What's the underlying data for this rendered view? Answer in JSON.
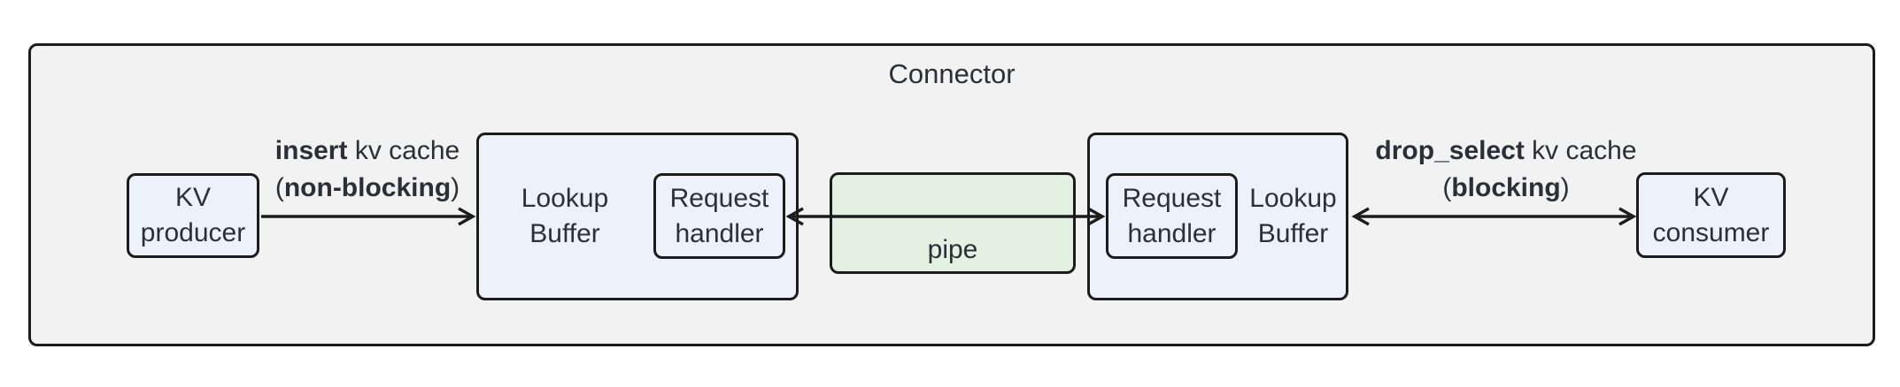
{
  "diagram": {
    "title": "Connector",
    "colors": {
      "container_fill": "#f2f2f2",
      "node_fill": "#ecf1fa",
      "pipe_fill": "#e3f1e3",
      "border": "#1c1c1c",
      "text": "#2b2f38",
      "background": "#ffffff"
    },
    "nodes": {
      "kv_producer": {
        "lines": [
          "KV",
          "producer"
        ]
      },
      "lookup_buffer_left": {
        "lines": [
          "Lookup",
          "Buffer"
        ]
      },
      "request_handler_left": {
        "lines": [
          "Request",
          "handler"
        ]
      },
      "pipe": {
        "label": "pipe"
      },
      "request_handler_right": {
        "lines": [
          "Request",
          "handler"
        ]
      },
      "lookup_buffer_right": {
        "lines": [
          "Lookup",
          "Buffer"
        ]
      },
      "kv_consumer": {
        "lines": [
          "KV",
          "consumer"
        ]
      }
    },
    "edges": {
      "insert": {
        "line1": {
          "bold": "insert",
          "rest": " kv cache"
        },
        "line2": {
          "open": "(",
          "bold": "non-blocking",
          "close": ")"
        },
        "style": "single-arrow-right"
      },
      "drop_select": {
        "line1": {
          "bold": "drop_select",
          "rest": " kv cache"
        },
        "line2": {
          "open": "(",
          "bold": "blocking",
          "close": ")"
        },
        "style": "double-arrow"
      },
      "pipe_link": {
        "style": "double-arrow"
      }
    }
  }
}
